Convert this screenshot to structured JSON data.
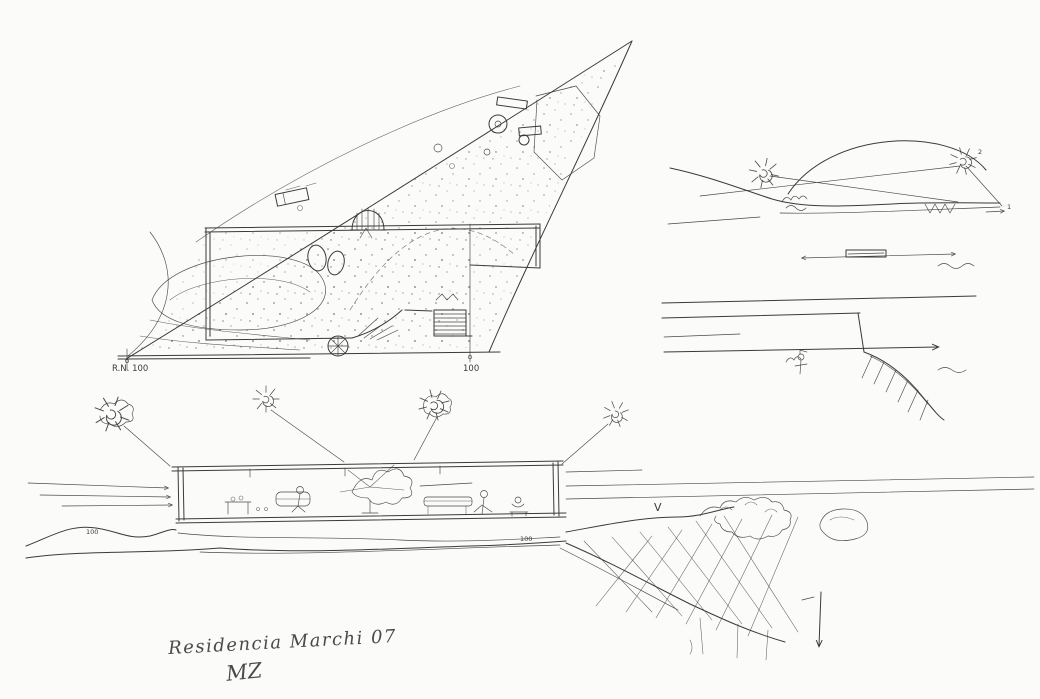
{
  "labels": {
    "plan_datum": "R.N. 100",
    "plan_level": "100",
    "sun_number_2": "2",
    "sun_number_1": "1",
    "section_letter_v": "V",
    "level_left": "100",
    "level_right": "100"
  },
  "signature": {
    "line1": "Residencia Marchi 07",
    "initials": "MZ"
  },
  "colors": {
    "ink": "#3a3a3a",
    "paper": "#fbfbf9"
  }
}
